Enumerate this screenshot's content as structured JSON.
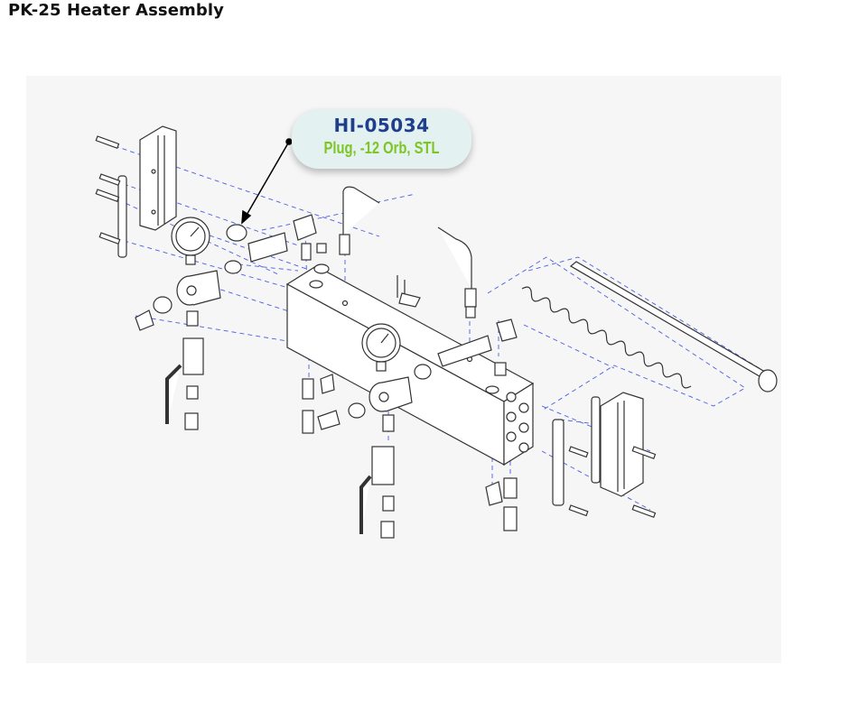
{
  "page": {
    "title": "PK-25 Heater Assembly"
  },
  "callout": {
    "part_number": "HI-05034",
    "description": "Plug, -12 Orb, STL"
  },
  "colors": {
    "title": "#111111",
    "part_number": "#1f3e8c",
    "description": "#7ec524",
    "callout_background": "#e3f2f0",
    "leader_lines": "#4a5ee0",
    "panel": "#f6f6f6"
  }
}
